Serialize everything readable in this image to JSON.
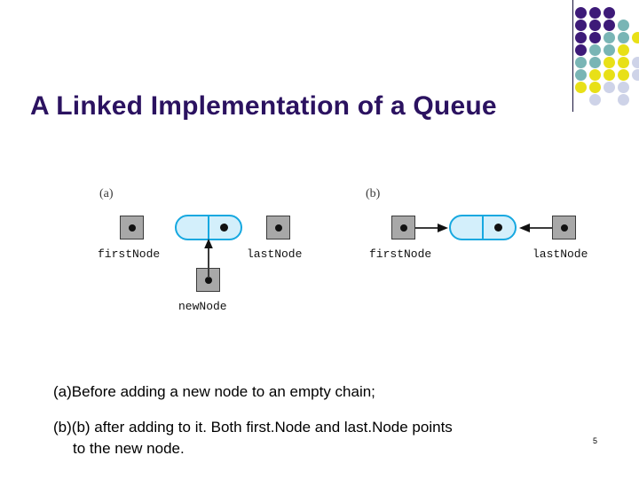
{
  "slide": {
    "title": "A Linked Implementation of a Queue",
    "page_number": "5",
    "title_color": "#2b1260"
  },
  "decoration": {
    "name": "dot-grid",
    "rule_color": "#17123a",
    "palette": {
      "purple": "#3d1a78",
      "teal": "#79b5b5",
      "yellow": "#e8e017",
      "lavender": "#ced3e8"
    },
    "grid": [
      [
        "purple",
        "purple",
        "purple",
        null,
        null
      ],
      [
        "purple",
        "purple",
        "purple",
        "teal",
        null
      ],
      [
        "purple",
        "purple",
        "teal",
        "teal",
        "yellow"
      ],
      [
        "purple",
        "teal",
        "teal",
        "yellow",
        null
      ],
      [
        "teal",
        "teal",
        "yellow",
        "yellow",
        "lavender"
      ],
      [
        "teal",
        "yellow",
        "yellow",
        "yellow",
        "lavender"
      ],
      [
        "yellow",
        "yellow",
        "lavender",
        "lavender",
        null
      ],
      [
        null,
        "lavender",
        null,
        "lavender",
        null
      ]
    ]
  },
  "figure": {
    "node_fill": "#d3effb",
    "node_border": "#16a8e0",
    "box_fill": "#a8a8a8",
    "box_border": "#3b3b3b",
    "panel_a": {
      "label": "(a)",
      "first_node_label": "firstNode",
      "last_node_label": "lastNode",
      "new_node_label": "newNode"
    },
    "panel_b": {
      "label": "(b)",
      "first_node_label": "firstNode",
      "last_node_label": "lastNode"
    }
  },
  "body": {
    "line1": "(a)Before adding a new node to an empty chain;",
    "line2_part1": "(b)(b) after adding to it. Both first.Node and last.Node points",
    "line2_part2": "to the new node."
  }
}
